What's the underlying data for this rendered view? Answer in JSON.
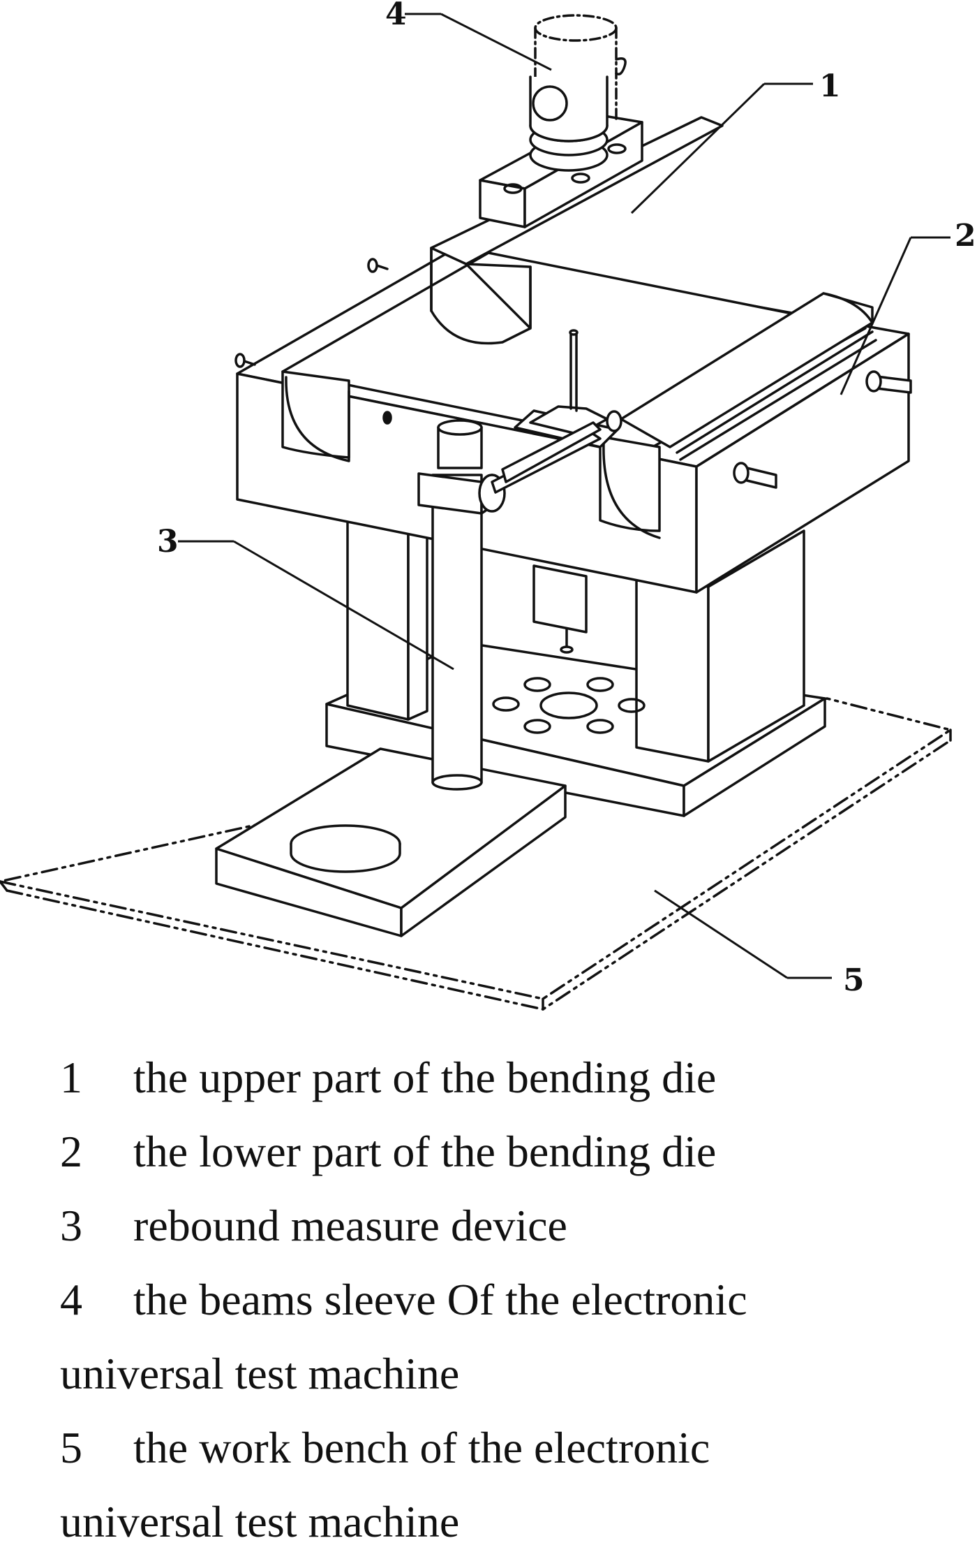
{
  "callouts": {
    "c1": "1",
    "c2": "2",
    "c3": "3",
    "c4": "4",
    "c5": "5"
  },
  "legend": [
    {
      "num": "1",
      "text": "the upper part of the bending die"
    },
    {
      "num": "2",
      "text": "the lower part of the bending die"
    },
    {
      "num": "3",
      "text": "rebound measure device"
    },
    {
      "num": "4",
      "text": "the beams sleeve Of the electronic",
      "cont": "universal test machine"
    },
    {
      "num": "5",
      "text": "the work bench of the electronic",
      "cont": "universal test machine"
    }
  ]
}
